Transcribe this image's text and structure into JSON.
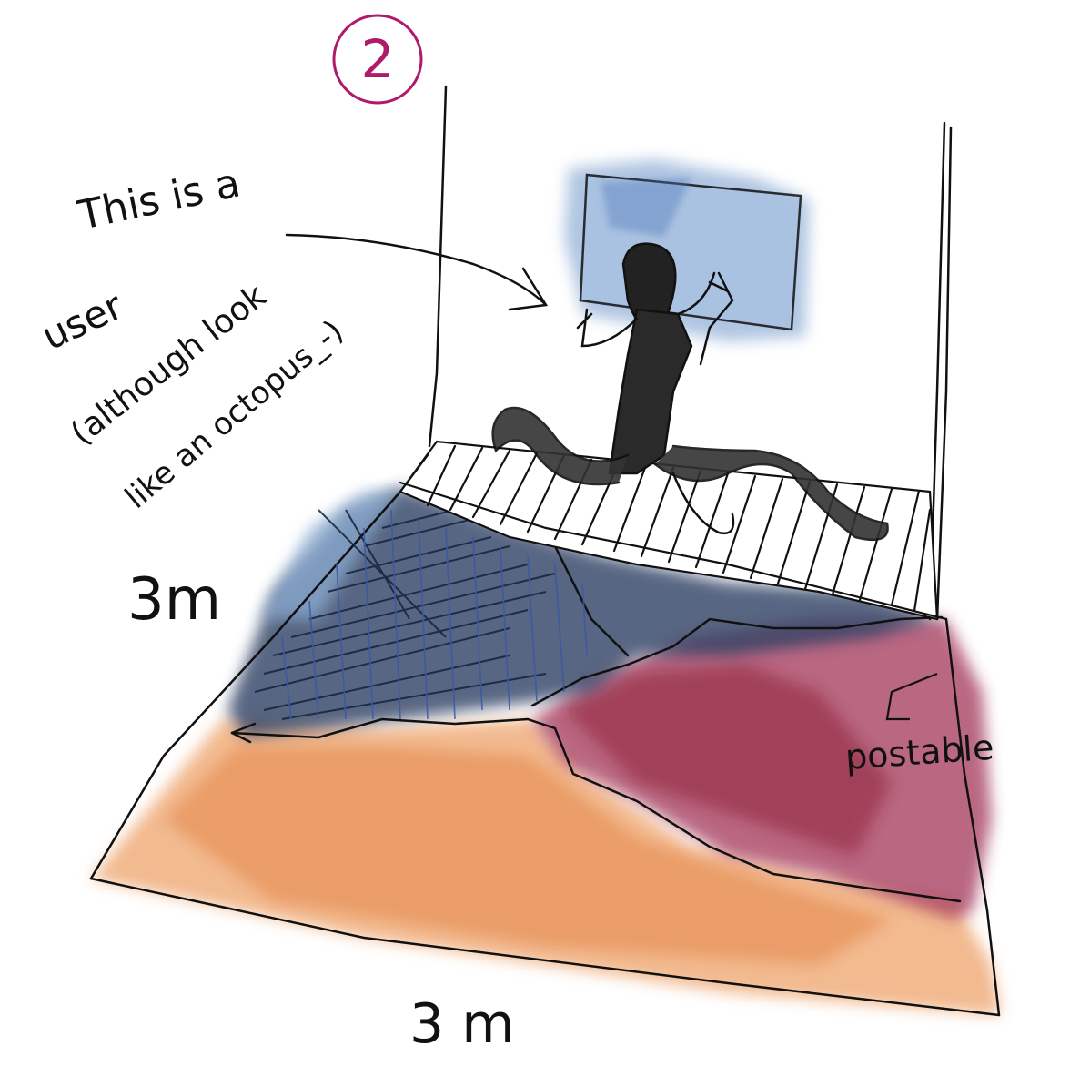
{
  "page_number": "2",
  "note": {
    "line1": "This is a",
    "line2": "user",
    "line3": "(although look",
    "line4": "like an octopus_-)"
  },
  "dimensions": {
    "side_label": "3m",
    "bottom_label": "3 m"
  },
  "zone_label": "postable",
  "colors": {
    "ink": "#111111",
    "page_mark": "#b01a6a",
    "screen_blue": "#8fb1d8",
    "navy_zone": "#33476e",
    "maroon_zone": "#9c2846",
    "orange_zone": "#e98f4f"
  }
}
